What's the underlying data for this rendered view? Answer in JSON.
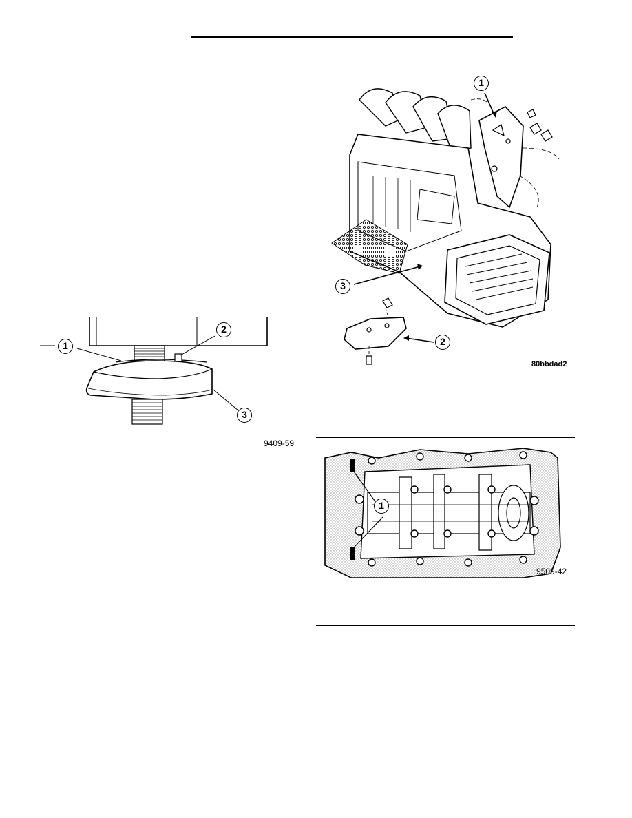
{
  "figures": {
    "oil_filter_adapter": {
      "id_label": "9409-59",
      "callouts": [
        "1",
        "2",
        "3"
      ]
    },
    "engine_bracket": {
      "id_label": "80bbdad2",
      "callouts": [
        "1",
        "2",
        "3"
      ]
    },
    "crankcase_sealer": {
      "id_label": "9509-42",
      "callouts": [
        "1"
      ]
    }
  },
  "colors": {
    "ink": "#000000",
    "paper": "#ffffff",
    "stipple": "#9a9a9a"
  }
}
